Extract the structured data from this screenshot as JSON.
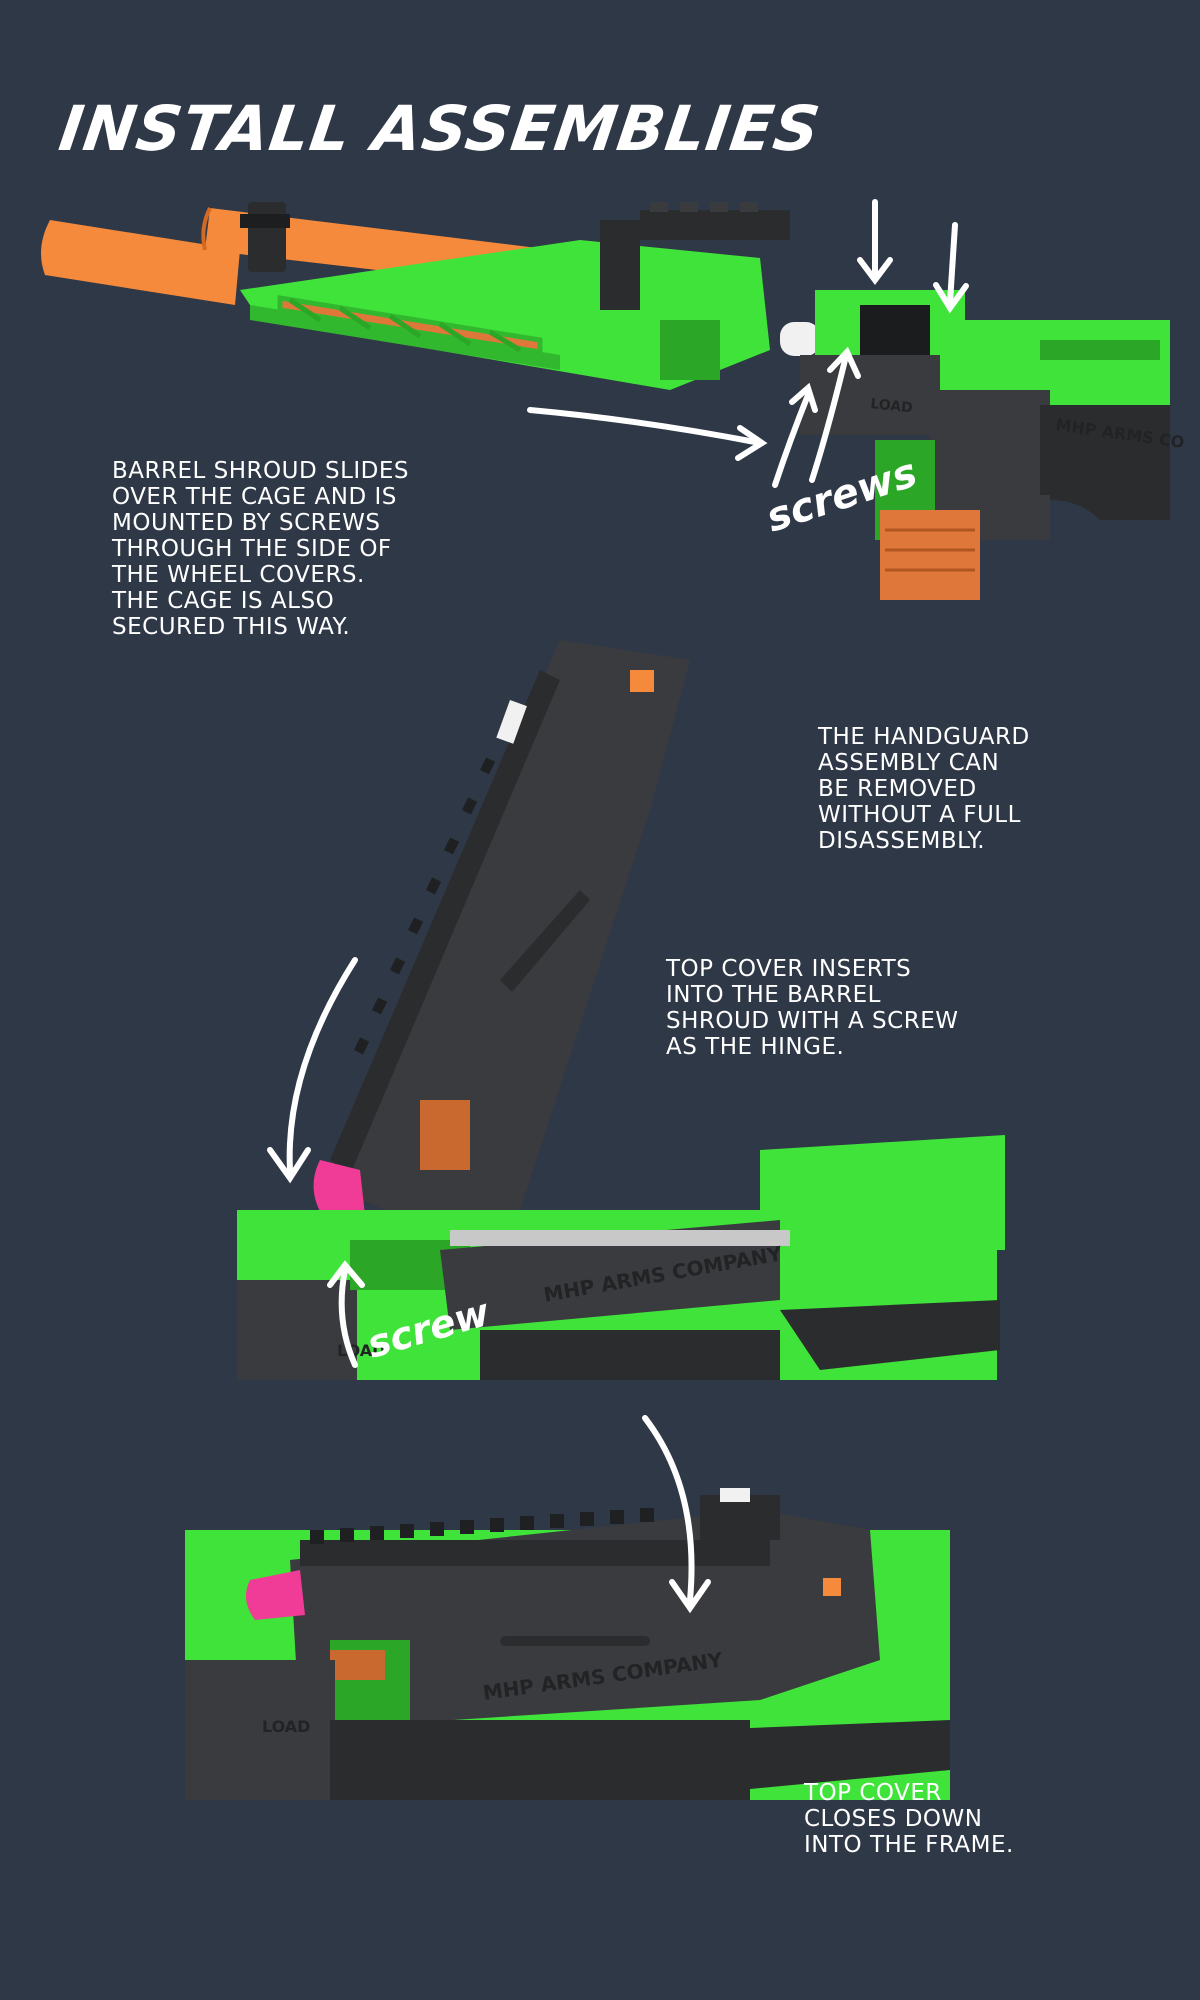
{
  "title": "INSTALL ASSEMBLIES",
  "colors": {
    "background": "#2f3847",
    "green": "#3fe33a",
    "dark": "#3a3b3e",
    "orange": "#f58a3c",
    "pink": "#f03c96",
    "white": "#ffffff"
  },
  "captions": [
    {
      "lines": [
        "BARREL SHROUD SLIDES",
        "OVER THE CAGE AND IS",
        "MOUNTED BY SCREWS",
        "THROUGH THE SIDE OF",
        "THE WHEEL COVERS.",
        "THE CAGE IS ALSO",
        "SECURED THIS WAY."
      ]
    },
    {
      "lines": [
        "THE HANDGUARD",
        "ASSEMBLY CAN",
        "BE REMOVED",
        "WITHOUT A FULL",
        "DISASSEMBLY."
      ]
    },
    {
      "lines": [
        "TOP COVER INSERTS",
        "INTO THE BARREL",
        "SHROUD WITH A SCREW",
        "AS THE HINGE."
      ]
    },
    {
      "lines": [
        "TOP COVER",
        "CLOSES DOWN",
        "INTO THE FRAME."
      ]
    }
  ],
  "annotations": {
    "screws_label": "screws",
    "screw_label": "screw"
  },
  "engravings": {
    "company_1": "MHP ARMS CO",
    "company_2": "MHP ARMS COMPANY",
    "company_3": "MHP ARMS COMPANY",
    "load_1": "LOAD",
    "load_2": "LOAD",
    "load_3": "LOAD"
  }
}
